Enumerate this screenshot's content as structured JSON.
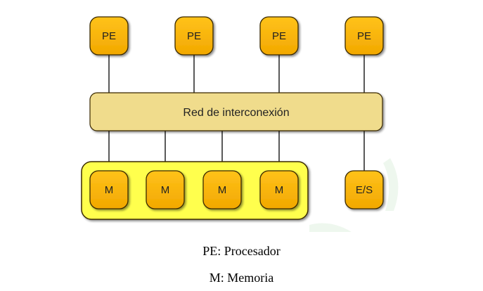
{
  "diagram": {
    "processors": [
      {
        "label": "PE"
      },
      {
        "label": "PE"
      },
      {
        "label": "PE"
      },
      {
        "label": "PE"
      }
    ],
    "network": {
      "label": "Red de interconexión"
    },
    "memories": [
      {
        "label": "M"
      },
      {
        "label": "M"
      },
      {
        "label": "M"
      },
      {
        "label": "M"
      }
    ],
    "io": {
      "label": "E/S"
    }
  },
  "legend": {
    "pe": "PE: Procesador",
    "m": "M: Memoria"
  },
  "colors": {
    "node_fill": "#f9b400",
    "node_stroke": "#3a2a00",
    "bus_fill": "#f0dc8c",
    "memory_group_fill": "#ffff4d",
    "line": "#222222"
  }
}
